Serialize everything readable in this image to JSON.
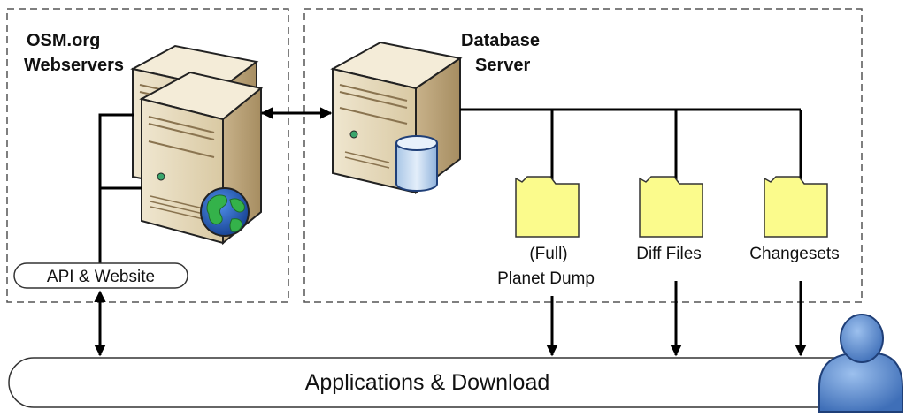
{
  "groups": {
    "webservers_title_line1": "OSM.org",
    "webservers_title_line2": "Webservers",
    "database_title_line1": "Database",
    "database_title_line2": "Server"
  },
  "labels": {
    "api_website": "API & Website",
    "planet_dump_line1": "(Full)",
    "planet_dump_line2": "Planet Dump",
    "diff_files": "Diff Files",
    "changesets": "Changesets",
    "applications": "Applications & Download"
  },
  "colors": {
    "server_body": "#e8dcc0",
    "server_shade": "#b9a27a",
    "folder_fill": "#fbfb8c",
    "cylinder_fill": "#c9ddf2",
    "globe_water": "#1f5fc8",
    "globe_land": "#34b24a",
    "user_fill": "#5b8bd4",
    "dash_border": "#555555"
  },
  "icons": {
    "webserver": "server-icon",
    "database": "database-cylinder-icon",
    "globe": "globe-icon",
    "folder": "folder-icon",
    "user": "user-icon"
  }
}
